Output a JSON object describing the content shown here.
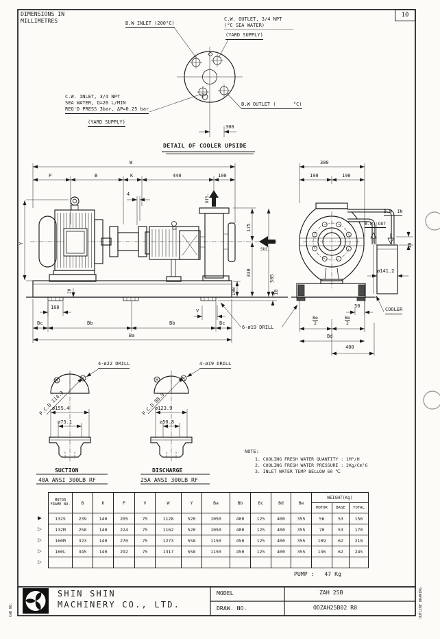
{
  "sheet": {
    "units_line1": "DIMENSIONS IN",
    "units_line2": "MILLIMETRES",
    "sheet_no": "10",
    "cad_no": "CAD NO.",
    "edge_note": "OUTLINE DRAWING"
  },
  "cooler_detail": {
    "title": "DETAIL OF COOLER UPSIDE",
    "bw_inlet": "B.W INLET (200°C)",
    "cw_outlet_line1": "C.W. OUTLET, 3/4 NPT",
    "cw_outlet_line2": "(°C SEA WATER)",
    "cw_outlet_line3": "(YARD SUPPLY)",
    "cw_inlet_line1": "C.W. INLET, 3/4 NPT",
    "cw_inlet_line2": "SEA WATER, Q=20 L/MIN",
    "cw_inlet_line3": "REQ'D PRESS 3bar, ΔP=0.25 bar",
    "cw_inlet_line4": "(YARD SUPPLY)",
    "bw_outlet": "B.W OUTLET (      °C)",
    "dim_300": "300"
  },
  "side_view": {
    "dim_w": "W",
    "dim_p": "P",
    "dim_b": "B",
    "dim_k": "K",
    "dim_440": "440",
    "dim_100_top": "100",
    "dim_4": "4",
    "discharge_label": "DIS.",
    "suction_label": "SUC.",
    "dim_175": "175",
    "dim_505": "505",
    "dim_330": "330",
    "dim_100_base": "100",
    "dim_10": "10",
    "dim_y": "Y",
    "dim_30": "30",
    "dim_100_pad": "100",
    "dim_v": "V",
    "dim_bc_left": "Bc",
    "dim_bb_left": "Bb",
    "dim_bb_right": "Bb",
    "dim_bc_right": "Bc",
    "dim_ba": "Ba",
    "drill_note": "6-ø19 DRILL"
  },
  "end_view": {
    "dim_380": "380",
    "dim_190_left": "190",
    "dim_190_right": "190",
    "bw_in": "B.W. IN",
    "bw_out": "B.W. OUT",
    "dim_10": "10",
    "cooler_dia": "ø141.2",
    "dim_50": "50",
    "be_num": "Be",
    "be_den": "2",
    "dim_bd": "Bd",
    "dim_400": "400",
    "cooler_label": "COOLER"
  },
  "suction_flange": {
    "drill_note": "4-ø22 DRILL",
    "pcd": "P.C.D 114.3",
    "outer_dia": "ø155.4",
    "inner_dia": "ø73.1",
    "caption": "SUCTION",
    "spec": "40A ANSI 300LB RF"
  },
  "discharge_flange": {
    "drill_note": "4-ø19 DRILL",
    "pcd": "P.C.D 88.9",
    "outer_dia": "ø123.9",
    "inner_dia": "ø50.8",
    "caption": "DISCHARGE",
    "spec": "25A ANSI 300LB RF"
  },
  "notes": {
    "label": "NOTE:",
    "line1": "1. COOLING FRESH WATER QUANTITY : 1M³/H",
    "line2": "2. COOLING FRESH WATER PRESSURE : 2Kg/Cm²G",
    "line3": "3. INLET WATER TEMP BELLOW 60 ℃"
  },
  "table": {
    "headers": [
      "MOTOR FRAME NO.",
      "B",
      "K",
      "P",
      "V",
      "W",
      "Y",
      "Ba",
      "Bb",
      "Bc",
      "Bd",
      "Be"
    ],
    "weight_header": "WEIGHT(Kg)",
    "weight_sub": [
      "MOTOR",
      "BASE",
      "TOTAL"
    ],
    "rows": [
      {
        "marker": "filled",
        "cells": [
          "132S",
          "239",
          "140",
          "205",
          "75",
          "1128",
          "520",
          "1050",
          "400",
          "125",
          "400",
          "355",
          "56",
          "53",
          "156"
        ]
      },
      {
        "marker": "hollow",
        "cells": [
          "132M",
          "258",
          "140",
          "224",
          "75",
          "1162",
          "520",
          "1050",
          "400",
          "125",
          "400",
          "355",
          "70",
          "53",
          "170"
        ]
      },
      {
        "marker": "hollow",
        "cells": [
          "160M",
          "323",
          "140",
          "270",
          "75",
          "1273",
          "558",
          "1150",
          "450",
          "125",
          "400",
          "355",
          "109",
          "62",
          "218"
        ]
      },
      {
        "marker": "hollow",
        "cells": [
          "160L",
          "345",
          "140",
          "292",
          "75",
          "1317",
          "558",
          "1150",
          "450",
          "125",
          "400",
          "355",
          "136",
          "62",
          "245"
        ]
      },
      {
        "marker": "hollow",
        "cells": [
          "",
          "",
          "",
          "",
          "",
          "",
          "",
          "",
          "",
          "",
          "",
          "",
          "",
          "",
          ""
        ]
      }
    ],
    "pump_weight": "PUMP :   47 Kg"
  },
  "title_block": {
    "company_line1": "SHIN SHIN",
    "company_line2": "MACHINERY CO., LTD.",
    "model_label": "MODEL",
    "model_value": "ZAH 25B",
    "drawing_no_label": "DRAW. NO.",
    "drawing_no_value": "ODZAH25B02 R0"
  }
}
